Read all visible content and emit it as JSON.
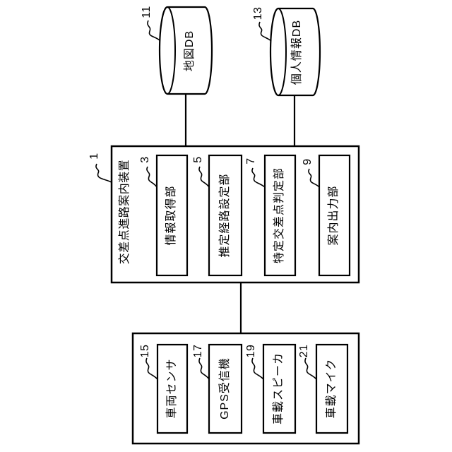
{
  "diagram": {
    "background_color": "#ffffff",
    "line_color": "#000000",
    "databases": [
      {
        "label": "地図DB",
        "ref": "11"
      },
      {
        "label": "個人情報DB",
        "ref": "13"
      }
    ],
    "main_unit": {
      "label": "交差点進路案内装置",
      "ref": "1",
      "blocks": [
        {
          "label": "情報取得部",
          "ref": "3"
        },
        {
          "label": "推定経路設定部",
          "ref": "5"
        },
        {
          "label": "特定交差点判定部",
          "ref": "7"
        },
        {
          "label": "案内出力部",
          "ref": "9"
        }
      ]
    },
    "peripheral_unit": {
      "blocks": [
        {
          "label": "車両センサ",
          "ref": "15"
        },
        {
          "label": "GPS受信機",
          "ref": "17"
        },
        {
          "label": "車載スピーカ",
          "ref": "19"
        },
        {
          "label": "車載マイク",
          "ref": "21"
        }
      ]
    }
  }
}
